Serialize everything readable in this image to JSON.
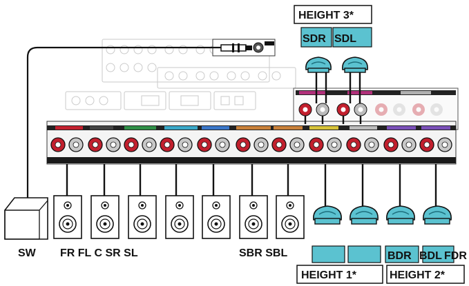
{
  "colors": {
    "speaker_teal": "#5bc2d0",
    "speaker_teal_dark": "#1c6e7c",
    "terminal_red": "#c2202e",
    "panel_dark": "#1a1a1a",
    "cable": "#111111"
  },
  "height_labels": {
    "height3": "HEIGHT 3*",
    "height1": "HEIGHT 1*",
    "height2": "HEIGHT 2*"
  },
  "top_boxes": {
    "sdr": "SDR",
    "sdl": "SDL"
  },
  "bottom_boxes": {
    "bdr": "BDR",
    "bdl": "BDL",
    "fdr": "FDR"
  },
  "speaker_labels": {
    "sw": "SW",
    "front_group": "FR FL C SR SL",
    "back_group": "SBR SBL"
  },
  "icons": {
    "subwoofer": "subwoofer-icon",
    "floor_speaker": "floor-speaker-icon",
    "ceiling_speaker": "ceiling-speaker-icon"
  }
}
